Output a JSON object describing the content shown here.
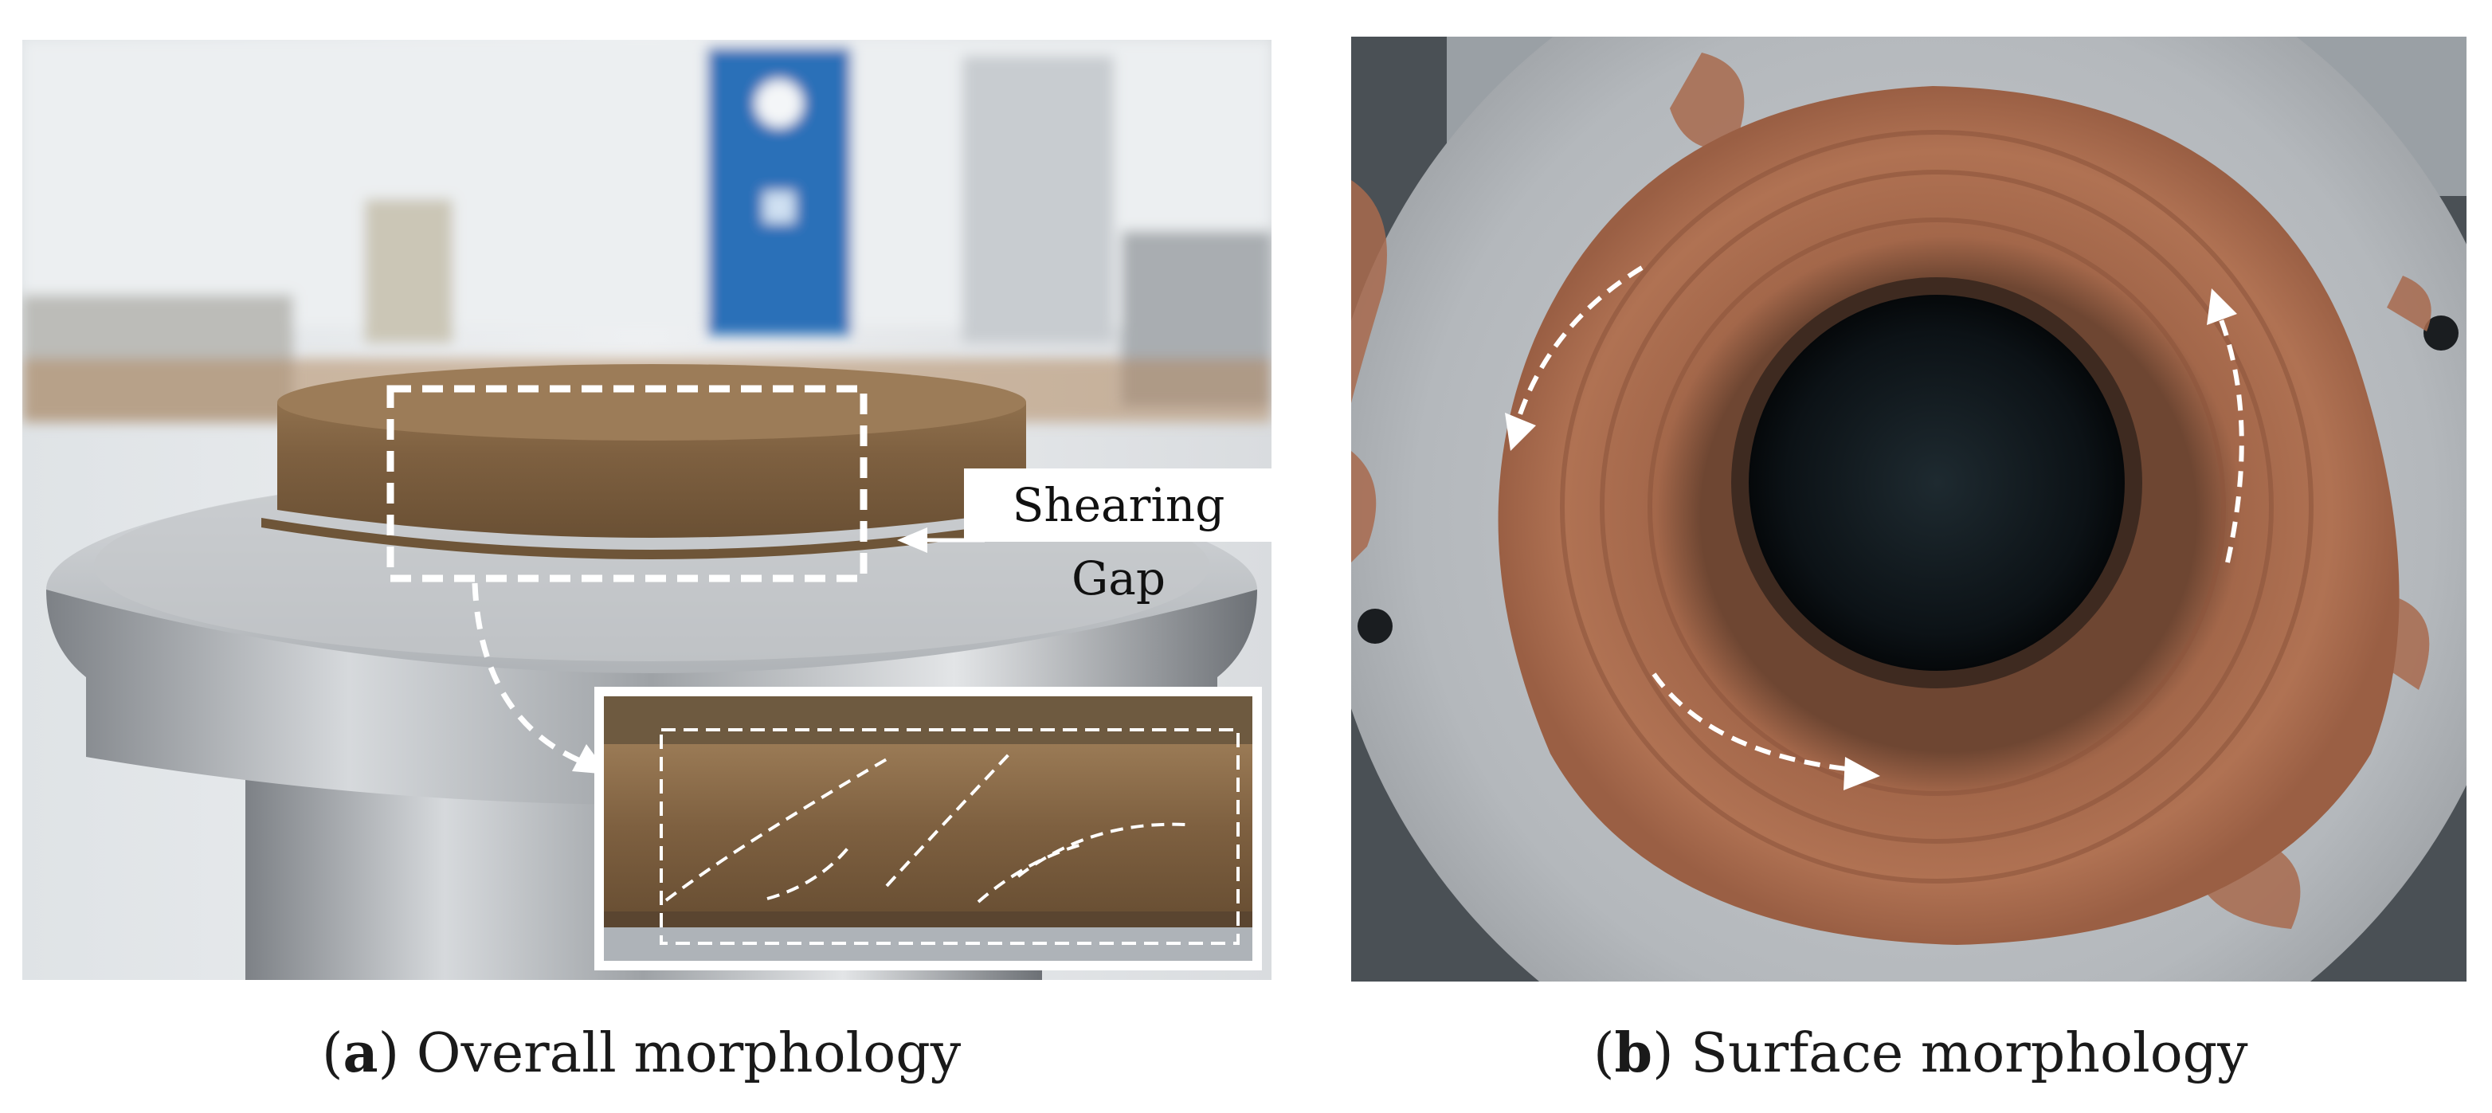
{
  "figure": {
    "panel_a": {
      "annotation": "Shearing Gap",
      "caption_letter": "a",
      "caption_text": "Overall morphology"
    },
    "panel_b": {
      "caption_letter": "b",
      "caption_text": "Surface morphology"
    }
  },
  "colors": {
    "soil": "#8a6a48",
    "soil_reddish": "#a86a4e",
    "steel": "#b9bcbf",
    "steel_dark": "#6f7377",
    "background_lab": "#e6e9ec",
    "equipment_blue": "#2b6fb8",
    "annotation_white": "#ffffff"
  }
}
